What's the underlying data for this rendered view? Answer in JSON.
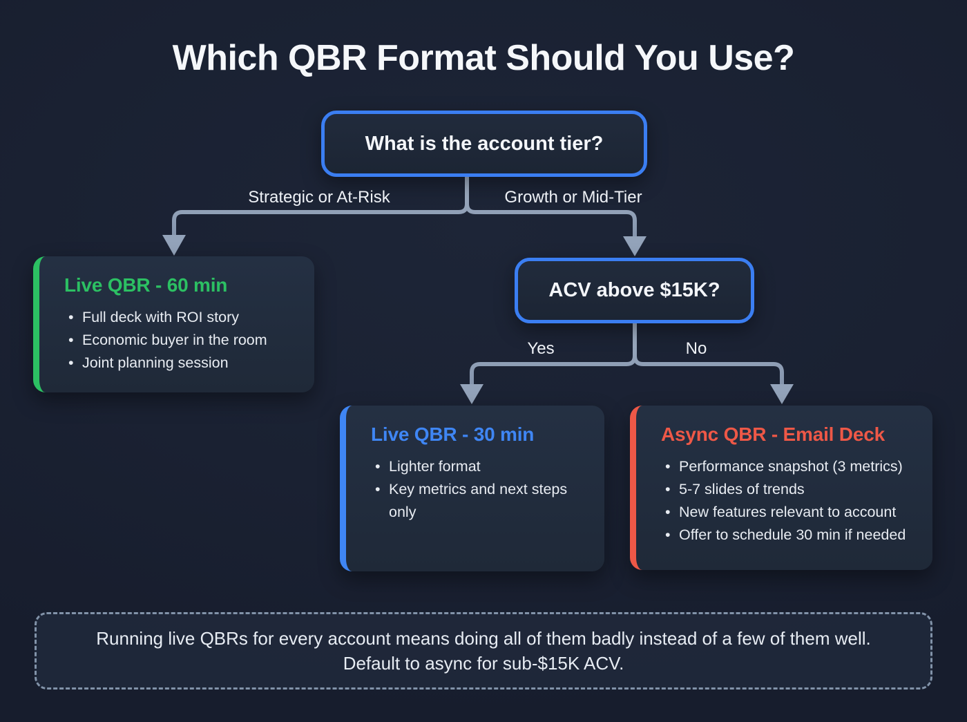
{
  "title": "Which QBR Format Should You Use?",
  "flow": {
    "root": {
      "question": "What is the account tier?"
    },
    "branch_labels": {
      "left": "Strategic or At-Risk",
      "right": "Growth or Mid-Tier"
    },
    "decision2": {
      "question": "ACV above $15K?"
    },
    "decision2_labels": {
      "yes": "Yes",
      "no": "No"
    },
    "outcomes": [
      {
        "title": "Live QBR - 60 min",
        "accent_color": "#2cc063",
        "bullets": [
          "Full deck with ROI story",
          "Economic buyer in the room",
          "Joint planning session"
        ]
      },
      {
        "title": "Live QBR - 30 min",
        "accent_color": "#3f86f4",
        "bullets": [
          "Lighter format",
          "Key metrics and next steps only"
        ]
      },
      {
        "title": "Async QBR - Email Deck",
        "accent_color": "#ee5847",
        "bullets": [
          "Performance snapshot (3 metrics)",
          "5-7 slides of trends",
          "New features relevant to account",
          "Offer to schedule 30 min if needed"
        ]
      }
    ],
    "note": "Running live QBRs for every account means doing all of them badly instead of a few of them well. Default to async for sub-$15K ACV."
  },
  "colors": {
    "background": "#1a2132",
    "card_background": "#222d3e",
    "question_border_blue": "#3b7ef2",
    "connector_slate": "#8fa0b8",
    "accent_green": "#2cc063",
    "accent_blue": "#3f86f4",
    "accent_coral": "#ee5847",
    "note_dash_border": "#8293a9"
  }
}
